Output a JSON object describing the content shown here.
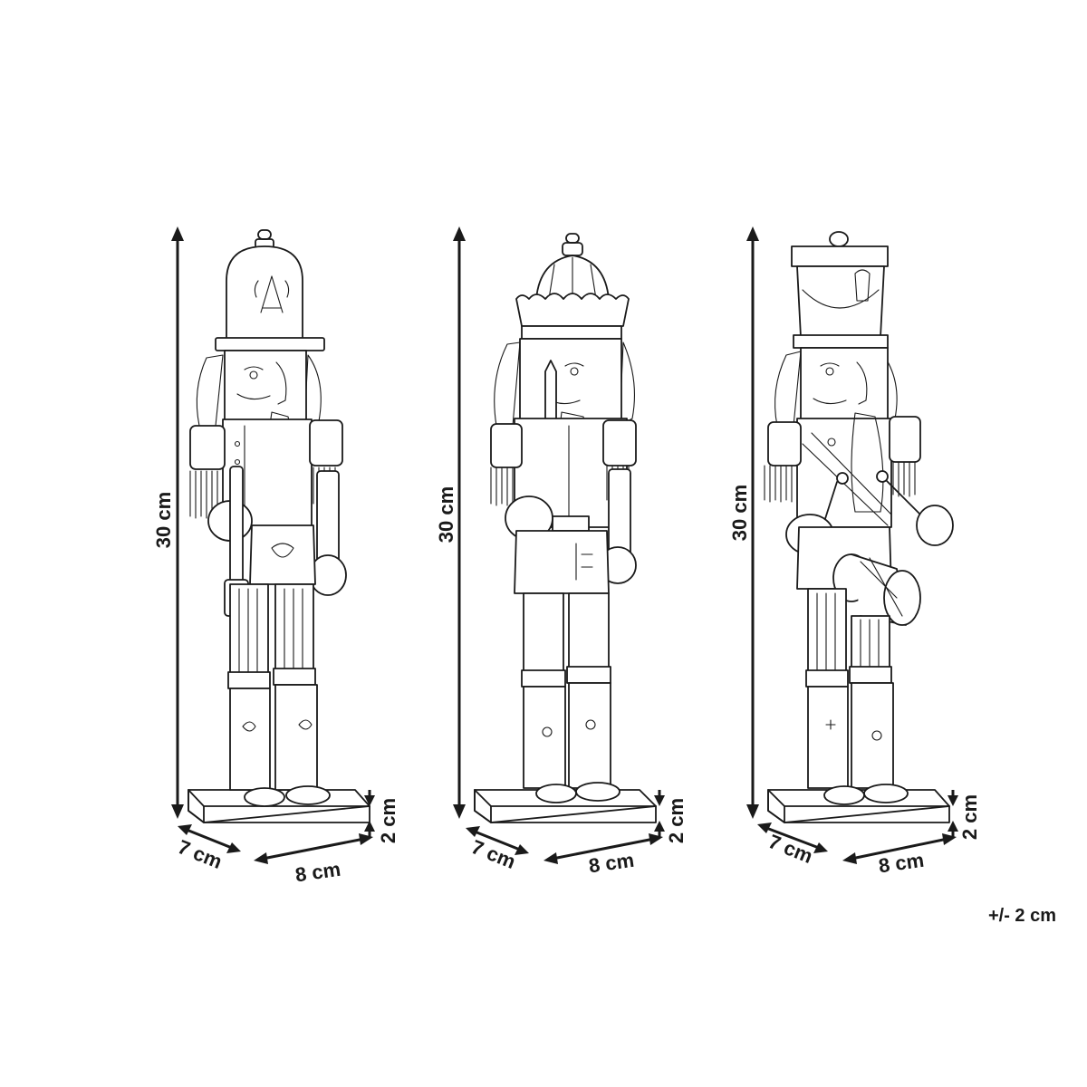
{
  "figures": [
    {
      "name": "bearskin-guard",
      "height_label": "30 cm",
      "base_height_label": "2 cm",
      "depth_label": "7 cm",
      "width_label": "8 cm"
    },
    {
      "name": "king-with-sword",
      "height_label": "30 cm",
      "base_height_label": "2 cm",
      "depth_label": "7 cm",
      "width_label": "8 cm"
    },
    {
      "name": "drummer",
      "height_label": "30 cm",
      "base_height_label": "2 cm",
      "depth_label": "7 cm",
      "width_label": "8 cm"
    }
  ],
  "tolerance_label": "+/- 2 cm",
  "colors": {
    "line": "#1a1a1a",
    "background": "#ffffff"
  }
}
